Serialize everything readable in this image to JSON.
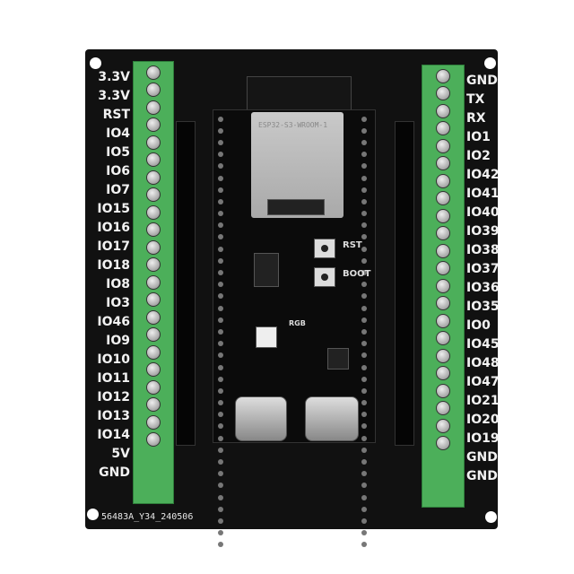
{
  "left_labels": [
    "3.3V",
    "3.3V",
    "RST",
    "IO4",
    "IO5",
    "IO6",
    "IO7",
    "IO15",
    "IO16",
    "IO17",
    "IO18",
    "IO8",
    "IO3",
    "IO46",
    "IO9",
    "IO10",
    "IO11",
    "IO12",
    "IO13",
    "IO14",
    "5V",
    "GND"
  ],
  "right_labels": [
    "GND",
    "TX",
    "RX",
    "IO1",
    "IO2",
    "IO42",
    "IO41",
    "IO40",
    "IO39",
    "IO38",
    "IO37",
    "IO36",
    "IO35",
    "IO0",
    "IO45",
    "IO48",
    "IO47",
    "IO21",
    "IO20",
    "IO19",
    "GND",
    "GND"
  ],
  "board_marking": "56483A_Y34_240506",
  "module_label": "ESP32-S3-WROOM-1",
  "devboard_labels": {
    "rst": "RST",
    "boot": "BOOT",
    "rgb": "RGB"
  },
  "colors": {
    "pcb": "#111111",
    "terminal": "#4caf5a",
    "silkscreen": "#f2f2f2"
  }
}
